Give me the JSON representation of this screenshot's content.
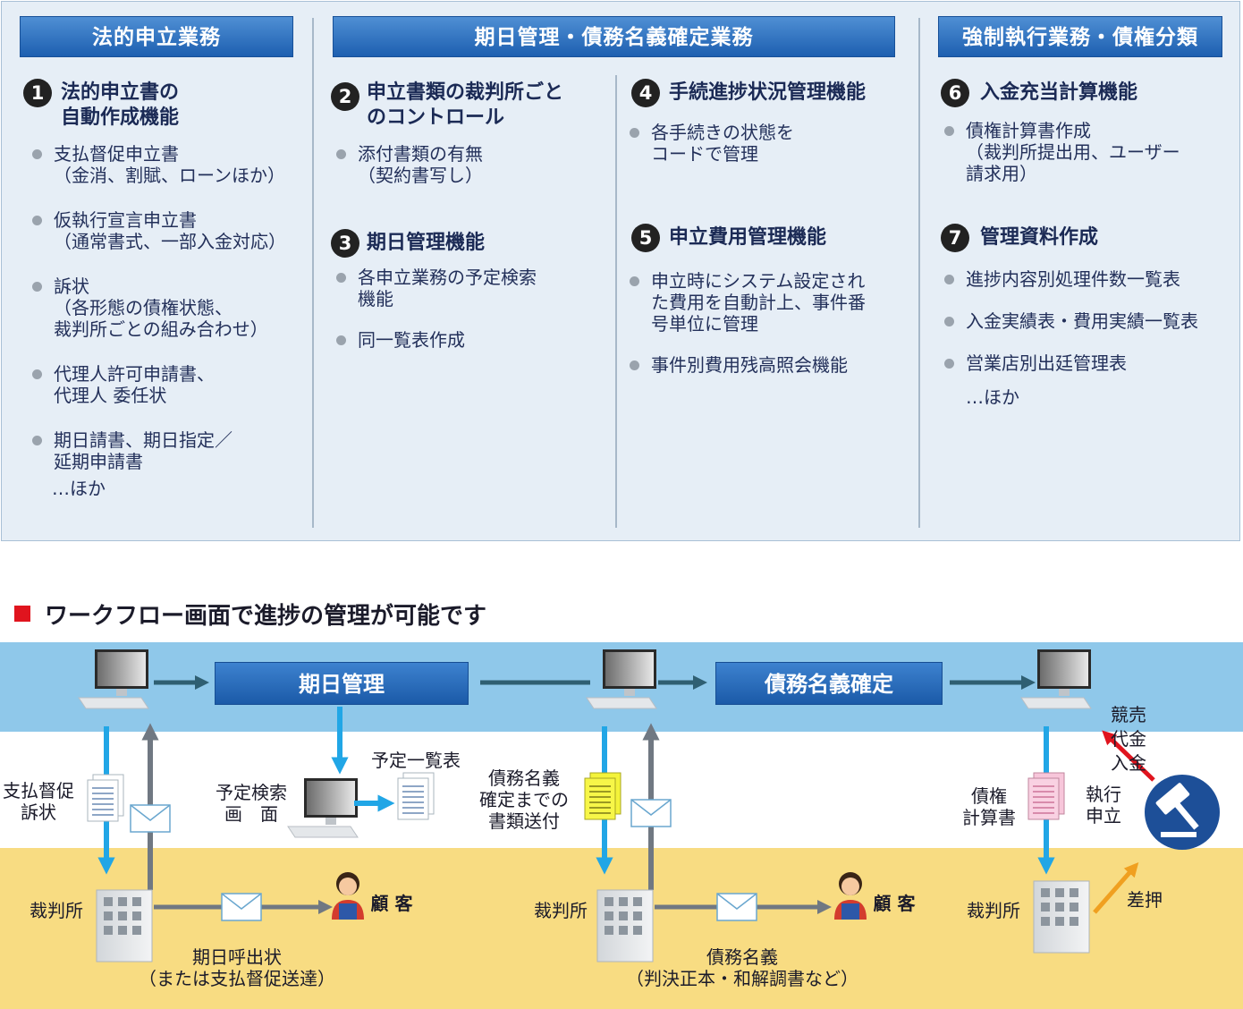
{
  "features": {
    "col1": {
      "header": "法的申立業務",
      "items": [
        {
          "num": "1",
          "title": "法的申立書の\n自動作成機能",
          "bullets": [
            "支払督促申立書\n（金消、割賦、ローンほか）",
            "仮執行宣言申立書\n（通常書式、一部入金対応）",
            "訴状\n（各形態の債権状態、\n裁判所ごとの組み合わせ）",
            "代理人許可申請書、\n代理人 委任状",
            "期日請書、期日指定／\n延期申請書"
          ],
          "more": "…ほか"
        }
      ]
    },
    "col2": {
      "header": "期日管理・債務名義確定業務",
      "items": [
        {
          "num": "2",
          "title": "申立書類の裁判所ごと\nのコントロール",
          "bullets": [
            "添付書類の有無\n（契約書写し）"
          ]
        },
        {
          "num": "3",
          "title": "期日管理機能",
          "bullets": [
            "各申立業務の予定検索\n機能",
            "同一覧表作成"
          ]
        },
        {
          "num": "4",
          "title": "手続進捗状況管理機能",
          "bullets": [
            "各手続きの状態を\nコードで管理"
          ]
        },
        {
          "num": "5",
          "title": "申立費用管理機能",
          "bullets": [
            "申立時にシステム設定され\nた費用を自動計上、事件番\n号単位に管理",
            "事件別費用残高照会機能"
          ]
        }
      ]
    },
    "col3": {
      "header": "強制執行業務・債権分類",
      "items": [
        {
          "num": "6",
          "title": "入金充当計算機能",
          "bullets": [
            "債権計算書作成\n（裁判所提出用、ユーザー\n請求用）"
          ]
        },
        {
          "num": "7",
          "title": "管理資料作成",
          "bullets": [
            "進捗内容別処理件数一覧表",
            "入金実績表・費用実績一覧表",
            "営業店別出廷管理表"
          ],
          "more": "…ほか"
        }
      ]
    }
  },
  "workflow": {
    "title": "ワークフロー画面で進捗の管理が可能です",
    "phases": [
      "期日管理",
      "債務名義確定"
    ],
    "labels": {
      "doc1": "支払督促\n訴状",
      "schedule_screen": "予定検索\n画　面",
      "schedule_list": "予定一覧表",
      "docs_send": "債務名義\n確定までの\n書類送付",
      "credit_calc": "債権\n計算書",
      "exec_apply": "執行\n申立",
      "auction": "競売\n代金\n入金",
      "seizure": "差押",
      "court1": "裁判所",
      "court2": "裁判所",
      "court3": "裁判所",
      "customer1": "顧 客",
      "customer2": "顧 客",
      "summons": "期日呼出状\n（または支払督促送達）",
      "title_of_debt": "債務名義\n（判決正本・和解調書など）"
    },
    "colors": {
      "accent_red": "#e0141e",
      "blue_band": "#8fc8ea",
      "yellow_band": "#f8dc82",
      "arrow_cyan": "#21a6e6",
      "arrow_teal": "#2f5f72"
    }
  }
}
